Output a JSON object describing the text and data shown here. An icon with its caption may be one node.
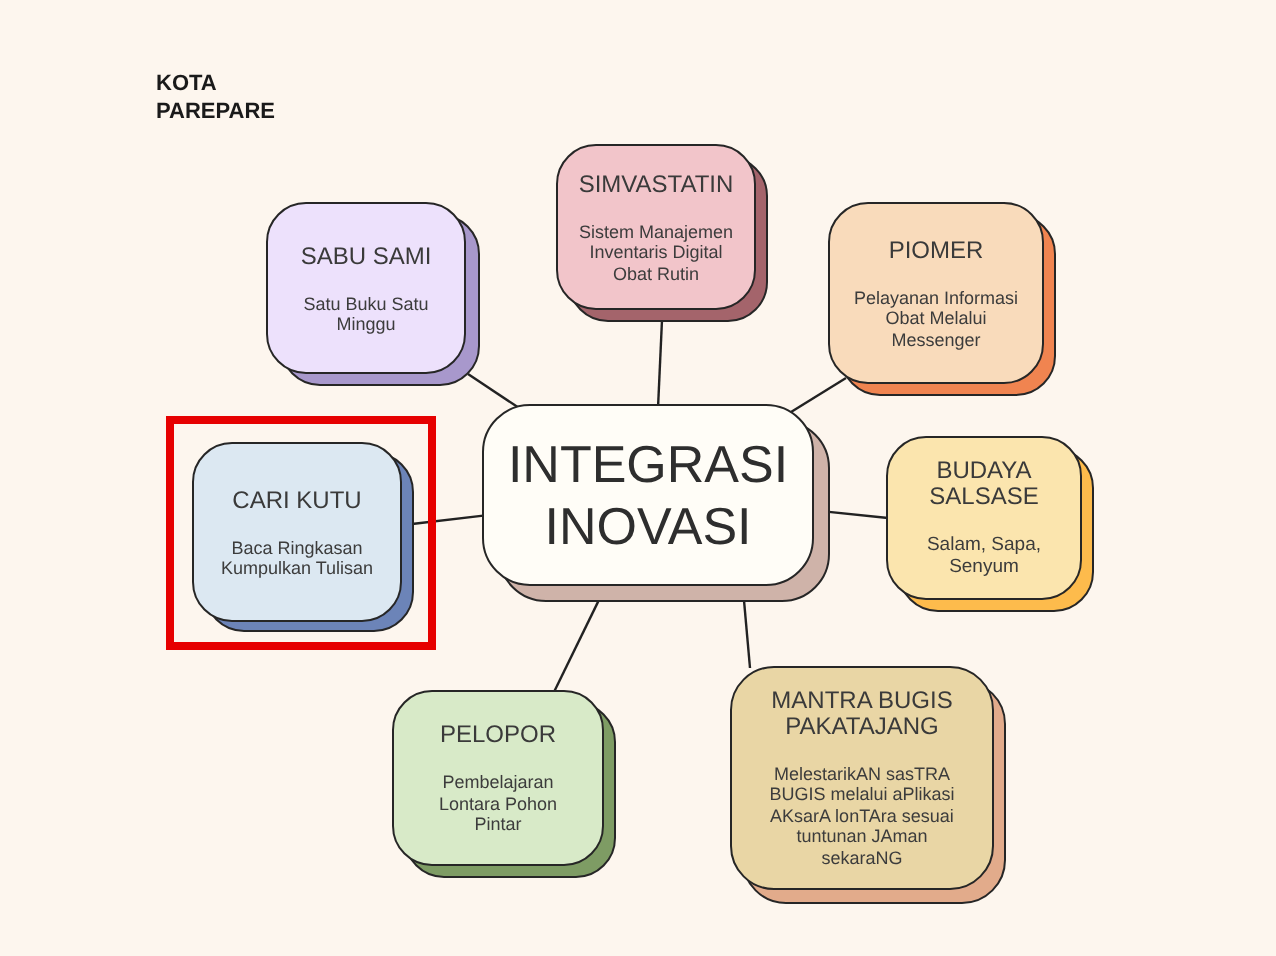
{
  "diagram": {
    "nodes": [
      {
        "text": [
          "INTEGRASI INOVASI"
        ]
      },
      {
        "text": [
          "SABU SAMI",
          "Satu Buku Satu Minggu"
        ]
      },
      {
        "text": [
          "SIMVASTATIN",
          "Sistem Manajemen Inventaris Digital Obat Rutin"
        ]
      },
      {
        "text": [
          "PIOMER",
          "Pelayanan Informasi Obat Melalui Messenger"
        ]
      },
      {
        "text": [
          "CARI KUTU",
          "Baca Ringkasan Kumpulkan Tulisan"
        ]
      },
      {
        "text": [
          "BUDAYA SALSASE",
          "Salam, Sapa, Senyum"
        ]
      },
      {
        "text": [
          "PELOPOR",
          "Pembelajaran Lontara Pohon Pintar"
        ]
      },
      {
        "text": [
          "MANTRA BUGIS PAKATAJANG",
          "MelestarikAN sasTRA BUGIS melalui aPlikasi AKsarA lonTAra sesuai tuntunan JAman sekaraNG"
        ]
      }
    ],
    "edges": [
      {
        "from": 0,
        "to": 1,
        "arrow": "none"
      },
      {
        "from": 0,
        "to": 2,
        "arrow": "none"
      },
      {
        "from": 0,
        "to": 3,
        "arrow": "none"
      },
      {
        "from": 0,
        "to": 4,
        "arrow": "none"
      },
      {
        "from": 0,
        "to": 5,
        "arrow": "none"
      },
      {
        "from": 0,
        "to": 6,
        "arrow": "none"
      },
      {
        "from": 0,
        "to": 7,
        "arrow": "none"
      }
    ],
    "labels": [
      "KOTA PAREPARE"
    ]
  }
}
